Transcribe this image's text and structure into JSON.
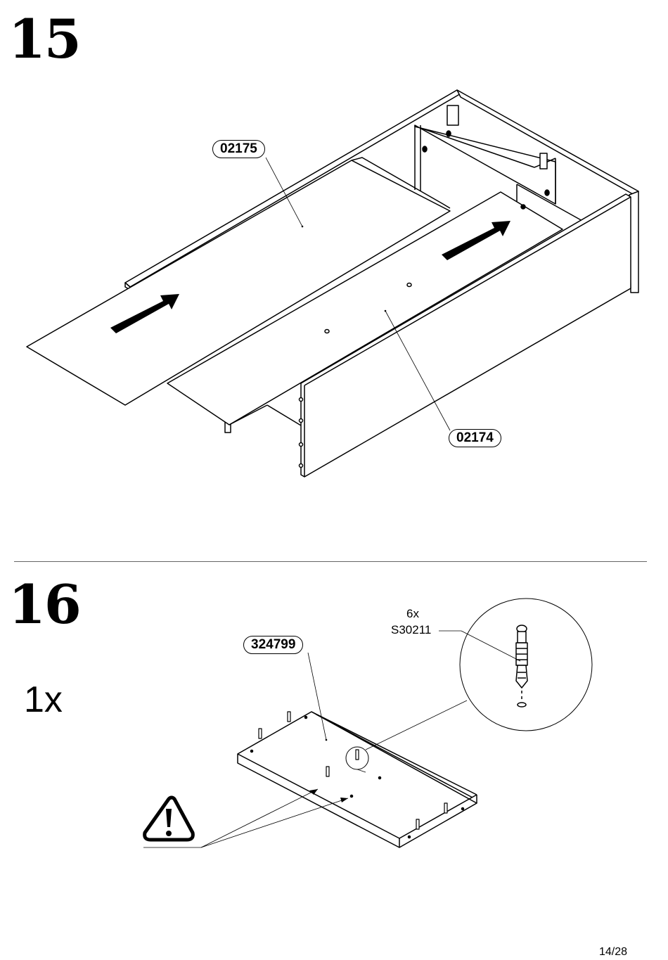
{
  "steps": [
    {
      "number": "15",
      "parts": [
        {
          "code": "02175"
        },
        {
          "code": "02174"
        }
      ]
    },
    {
      "number": "16",
      "quantity": "1x",
      "parts": [
        {
          "code": "324799"
        }
      ],
      "fitting": {
        "quantity": "6x",
        "code": "S30211"
      }
    }
  ],
  "page": "14/28"
}
